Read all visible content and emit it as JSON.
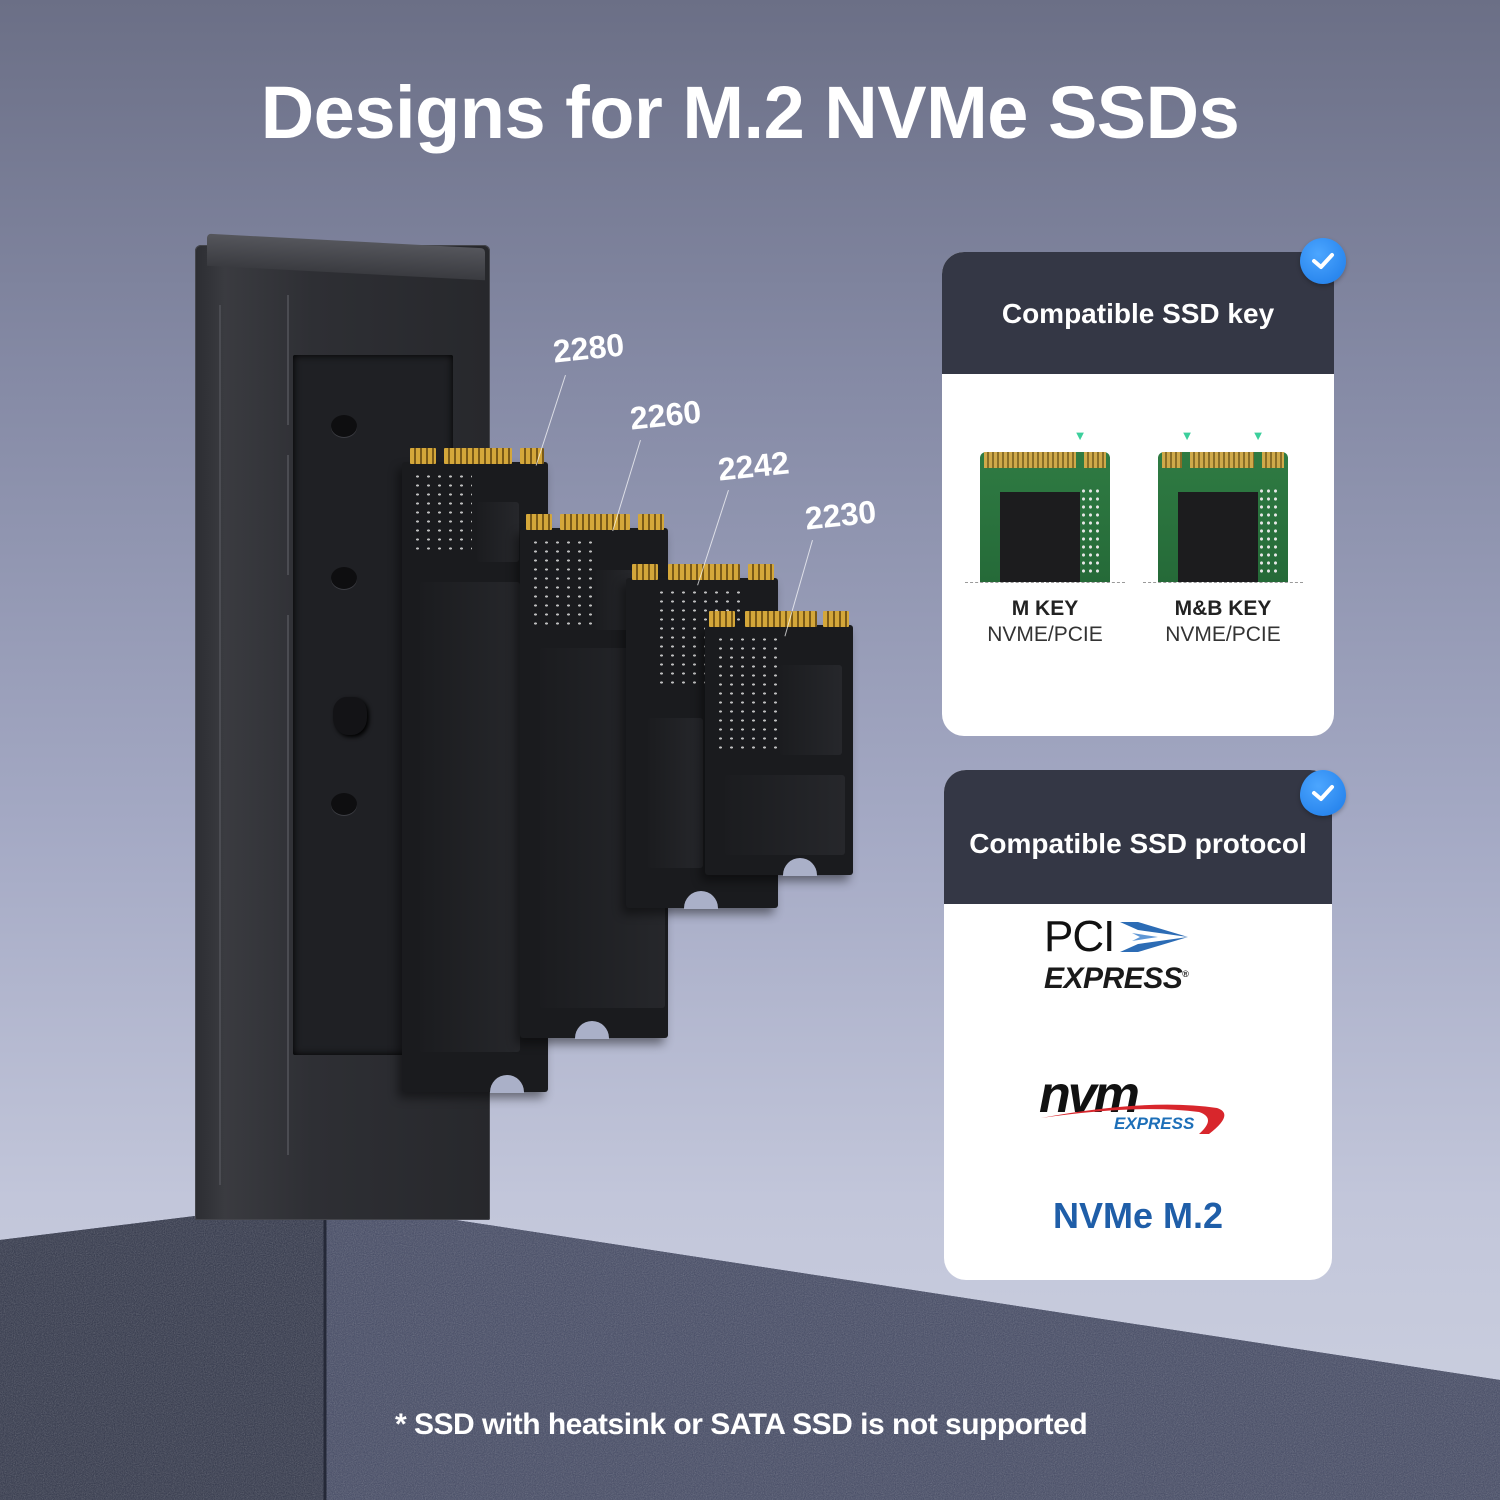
{
  "headline": "Designs for M.2 NVMe SSDs",
  "product": {
    "description": "M.2 SSD enclosure with four SSD lengths shown",
    "ssd_sizes": [
      {
        "label": "2280"
      },
      {
        "label": "2260"
      },
      {
        "label": "2242"
      },
      {
        "label": "2230"
      }
    ]
  },
  "key_card": {
    "title": "Compatible SSD key",
    "check_icon": "check-badge-icon",
    "items": [
      {
        "title": "M KEY",
        "subtitle": "NVME/PCIE"
      },
      {
        "title": "M&B KEY",
        "subtitle": "NVME/PCIE"
      }
    ]
  },
  "protocol_card": {
    "title": "Compatible SSD protocol",
    "check_icon": "check-badge-icon",
    "pci_logo": {
      "top": "PCI",
      "bottom": "EXPRESS",
      "mark": "®"
    },
    "nvm_logo": {
      "top": "nvm",
      "bottom": "EXPRESS"
    },
    "label": "NVMe M.2"
  },
  "footnote": "* SSD with heatsink or SATA SSD is not supported",
  "colors": {
    "card_header": "#343745",
    "check_blue": "#1d7be8",
    "nvme_label_blue": "#1f5ea8",
    "pedestal": "#3a4058",
    "background_top": "#6b6f86",
    "background_bottom": "#cdd1e0"
  }
}
